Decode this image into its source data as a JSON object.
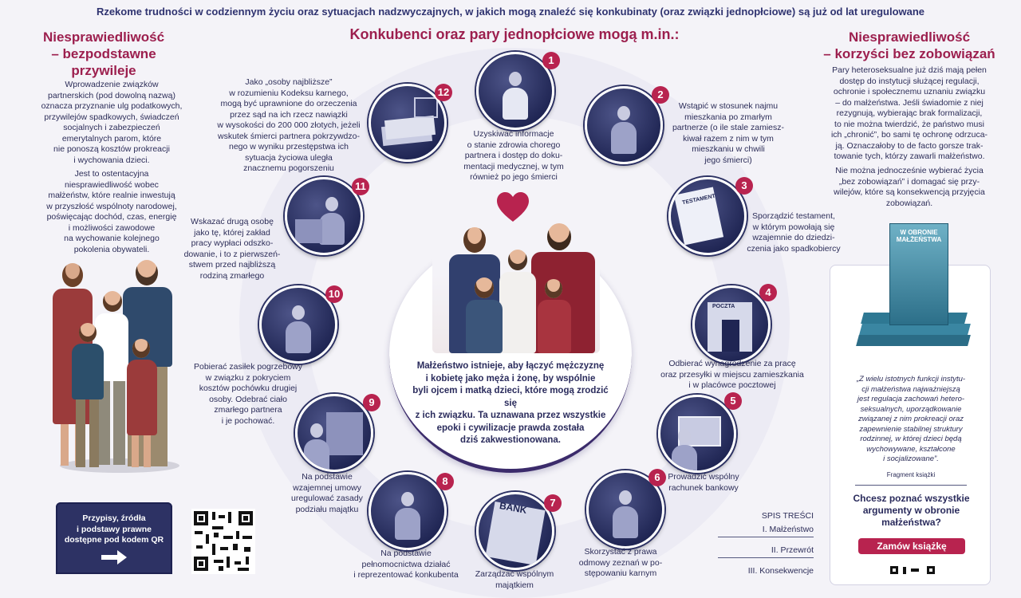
{
  "header": {
    "top_line": "Rzekome trudności w codziennym życiu oraz sytuacjach nadzwyczajnych, w jakich mogą znaleźć się konkubinaty (oraz związki jednopłciowe) są już od lat uregulowane",
    "main_title": "Konkubenci oraz pary jednopłciowe mogą m.in.:"
  },
  "left": {
    "title_line1": "Niesprawiedliwość",
    "title_line2": "– bezpodstawne",
    "title_line3": "przywileje",
    "para1": [
      "Wprowadzenie związków",
      "partnerskich (pod dowolną nazwą)",
      "oznacza przyznanie ulg podatkowych,",
      "przywilejów spadkowych, świadczeń",
      "socjalnych i zabezpieczeń",
      "emerytalnych parom, które",
      "nie ponoszą kosztów prokreacji",
      "i wychowania dzieci."
    ],
    "para2": [
      "Jest to ostentacyjna",
      "niesprawiedliwość wobec",
      "małżeństw, które realnie inwestują",
      "w przyszłość wspólnoty narodowej,",
      "poświęcając dochód, czas, energię",
      "i możliwości zawodowe",
      "na wychowanie kolejnego",
      "pokolenia obywateli."
    ],
    "footnote_box": [
      "Przypisy, źródła",
      "i podstawy prawne",
      "dostępne pod kodem QR"
    ],
    "arrow_icon": "arrow-right-icon"
  },
  "right": {
    "title_line1": "Niesprawiedliwość",
    "title_line2": "– korzyści bez zobowiązań",
    "para1": [
      "Pary heteroseksualne już dziś mają pełen",
      "dostęp do instytucji służącej regulacji,",
      "ochronie i społecznemu uznaniu związku",
      "– do małżeństwa. Jeśli świadomie z niej",
      "rezygnują, wybierając brak formalizacji,",
      "to nie można twierdzić, że państwo musi",
      "ich „chronić”, bo sami tę ochronę odrzuca-",
      "ją. Oznaczałoby to de facto gorsze trak-",
      "towanie tych, którzy zawarli małżeństwo."
    ],
    "para2": [
      "Nie można jednocześnie wybierać życia",
      "„bez zobowiązań” i domagać się przy-",
      "wilejów, które są konsekwencją przyjęcia",
      "zobowiązań."
    ],
    "book_title_line1": "W OBRONIE",
    "book_title_line2": "MAŁŻEŃSTWA",
    "quote": [
      "„Z wielu istotnych funkcji instytu-",
      "cji małżeństwa najważniejszą",
      "jest regulacja zachowań hetero-",
      "seksualnych, uporządkowanie",
      "związanej z nim prokreacji oraz",
      "zapewnienie stabilnej struktury",
      "rodzinnej, w której dzieci będą",
      "wychowywane, kształcone",
      "i socjalizowane”."
    ],
    "quote_source": "Fragment książki",
    "cta_question": [
      "Chcesz poznać wszystkie",
      "argumenty w obronie",
      "małżeństwa?"
    ],
    "cta_button": "Zamów książkę",
    "toc_title": "SPIS TREŚCI",
    "toc_items": [
      "I. Małżeństwo",
      "II. Przewrót",
      "III. Konsekwencje"
    ]
  },
  "center": {
    "text": [
      "Małżeństwo istnieje, aby łączyć mężczyznę",
      "i kobietę jako męża i żonę, by wspólnie",
      "byli ojcem i matką dzieci, które mogą zrodzić się",
      "z ich związku. Ta uznawana przez wszystkie",
      "epoki i cywilizacje prawda została",
      "dziś zakwestionowana."
    ]
  },
  "items": [
    {
      "num": "1",
      "icon": "doctor-patient-icon",
      "lines": [
        "Uzyskiwać informacje",
        "o stanie zdrowia chorego",
        "partnera i dostęp do doku-",
        "mentacji medycznej, w tym",
        "również po jego śmierci"
      ]
    },
    {
      "num": "2",
      "icon": "apartment-door-icon",
      "lines": [
        "Wstąpić w stosunek najmu",
        "mieszkania po zmarłym",
        "partnerze (o ile stale zamiesz-",
        "kiwał razem z nim w tym",
        "mieszkaniu w chwili",
        "jego śmierci)"
      ]
    },
    {
      "num": "3",
      "icon": "testament-document-icon",
      "sign": "TESTAMENT",
      "lines": [
        "Sporządzić testament,",
        "w którym powołają się",
        "wzajemnie do dziedzi-",
        "czenia jako spadkobiercy"
      ]
    },
    {
      "num": "4",
      "icon": "post-office-icon",
      "sign": "POCZTA",
      "lines": [
        "Odbierać wynagrodzenie za pracę",
        "oraz przesyłki w miejscu zamieszkania",
        "i w placówce pocztowej"
      ]
    },
    {
      "num": "5",
      "icon": "online-banking-icon",
      "lines": [
        "Prowadzić wspólny",
        "rachunek bankowy"
      ]
    },
    {
      "num": "6",
      "icon": "raised-hand-icon",
      "lines": [
        "Skorzystać z prawa",
        "odmowy zeznań w po-",
        "stępowaniu karnym"
      ]
    },
    {
      "num": "7",
      "icon": "bank-building-icon",
      "sign": "BANK",
      "lines": [
        "Zarządzać wspólnym",
        "majątkiem"
      ]
    },
    {
      "num": "8",
      "icon": "legal-documents-icon",
      "lines": [
        "Na podstawie",
        "pełnomocnictwa działać",
        "i reprezentować konkubenta"
      ]
    },
    {
      "num": "9",
      "icon": "house-property-icon",
      "lines": [
        "Na podstawie",
        "wzajemnej umowy",
        "uregulować zasady",
        "podziału majątku"
      ]
    },
    {
      "num": "10",
      "icon": "mourning-person-icon",
      "lines": [
        "Pobierać zasiłek pogrzebowy",
        "w związku z pokryciem",
        "kosztów pochówku drugiej",
        "osoby. Odebrać ciało",
        "zmarłego partnera",
        "i je pochować."
      ]
    },
    {
      "num": "11",
      "icon": "grave-flowers-icon",
      "lines": [
        "Wskazać drugą osobę",
        "jako tę, której zakład",
        "pracy wypłaci odszko-",
        "dowanie, i to z pierwszeń-",
        "stwem przed najbliższą",
        "rodziną zmarłego"
      ]
    },
    {
      "num": "12",
      "icon": "money-banknotes-icon",
      "lines": [
        "Jako „osoby najbliższe”",
        "w rozumieniu Kodeksu karnego,",
        "mogą być uprawnione do orzeczenia",
        "przez sąd na ich rzecz nawiązki",
        "w wysokości do 200 000 złotych, jeżeli",
        "wskutek śmierci partnera pokrzywdzo-",
        "nego w wyniku przestępstwa ich",
        "sytuacja życiowa uległa",
        "znacznemu pogorszeniu"
      ]
    }
  ],
  "colors": {
    "accent": "#b8234f",
    "navy": "#2a2b5c",
    "title": "#9c1f4e",
    "background": "#f4f3f8"
  }
}
